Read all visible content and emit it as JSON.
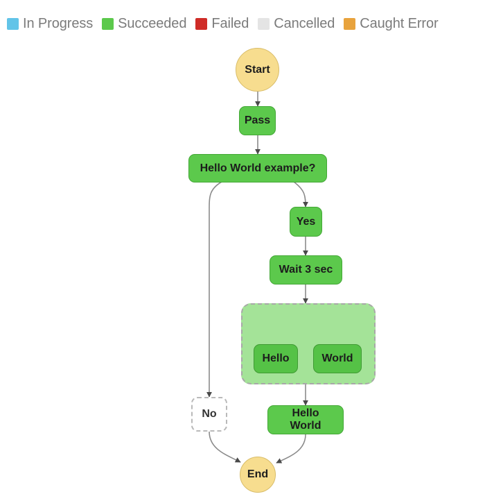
{
  "legend": {
    "items": [
      {
        "label": "In Progress",
        "color": "#62c4e8",
        "icon": "status-swatch"
      },
      {
        "label": "Succeeded",
        "color": "#5cc94c",
        "icon": "status-swatch"
      },
      {
        "label": "Failed",
        "color": "#cf2c27",
        "icon": "status-swatch"
      },
      {
        "label": "Cancelled",
        "color": "#e4e4e4",
        "icon": "status-swatch"
      },
      {
        "label": "Caught Error",
        "color": "#e8a33d",
        "icon": "status-swatch"
      }
    ]
  },
  "graph": {
    "nodes": {
      "start": {
        "label": "Start",
        "status": "Caught Error"
      },
      "pass": {
        "label": "Pass",
        "status": "Succeeded"
      },
      "choice": {
        "label": "Hello World example?",
        "status": "Succeeded"
      },
      "yes": {
        "label": "Yes",
        "status": "Succeeded"
      },
      "wait": {
        "label": "Wait 3 sec",
        "status": "Succeeded"
      },
      "hello": {
        "label": "Hello",
        "status": "Succeeded"
      },
      "world": {
        "label": "World",
        "status": "Succeeded"
      },
      "no": {
        "label": "No",
        "status": "Cancelled"
      },
      "hello_world": {
        "label": "Hello World",
        "status": "Succeeded"
      },
      "end": {
        "label": "End",
        "status": "Caught Error"
      }
    }
  }
}
